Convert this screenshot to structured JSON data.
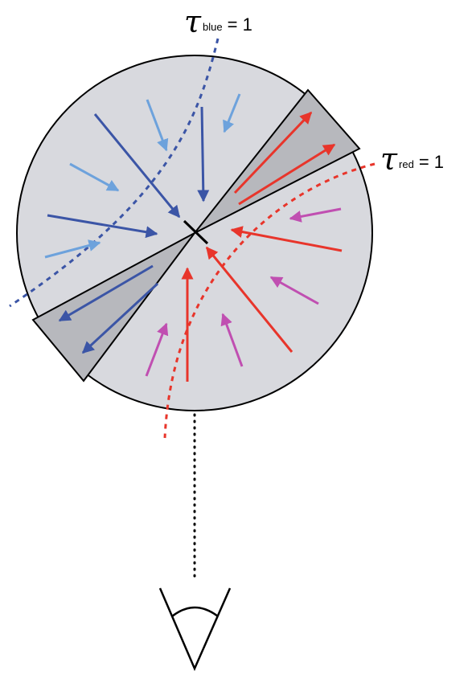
{
  "labels": {
    "blue": {
      "symbol": "τ",
      "subscript": "blue",
      "equals": "= 1"
    },
    "red": {
      "symbol": "τ",
      "subscript": "red",
      "equals": "= 1"
    }
  },
  "colors": {
    "disk_fill": "#d8d9de",
    "wedge_fill": "#b7b8bd",
    "dark_blue": "#3b55a6",
    "light_blue": "#6da2dc",
    "red": "#e8352b",
    "magenta": "#c04fb1",
    "outline": "#000000"
  },
  "icons": {
    "observer": "eye-icon"
  }
}
